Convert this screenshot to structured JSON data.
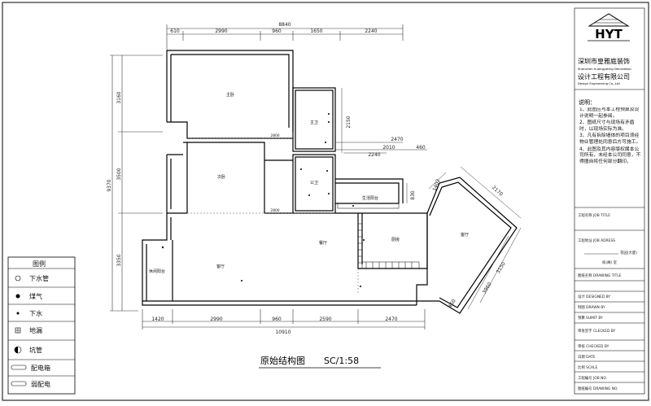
{
  "title": {
    "text": "原始结构图",
    "scale": "SC/1:58"
  },
  "dims": {
    "top_total": "8840",
    "top": [
      "610",
      "2990",
      "960",
      "1650",
      "2240"
    ],
    "left_total": "9370",
    "left": [
      "3160",
      "3500",
      "3350"
    ],
    "bottom_total": "10910",
    "bottom": [
      "1420",
      "2990",
      "960",
      "2590",
      "2470"
    ],
    "mid_2150": "2150",
    "mid_2470": "2470",
    "mid_2010": "2010",
    "mid_460": "460",
    "mid_2240": "2240",
    "mid_830": "830",
    "diag_1402": "1402",
    "diag_2170": "2170",
    "diag_3150": "3150",
    "diag_3960": "3960",
    "diag_460": "460",
    "lintel": "2800",
    "lintel2": "2800"
  },
  "rooms": {
    "master": "主卧",
    "bath": "主卫",
    "second": "次卧",
    "wc": "公卫",
    "kitchen_balcony": "生活阳台",
    "dining": "餐厅",
    "kitchen": "厨房",
    "guest": "客厅",
    "leisure": "休闲阳台",
    "living": "客厅"
  },
  "title_block": {
    "logo": "HYT",
    "company_cn_1": "深圳市皇雅庭装饰",
    "company_en_1": "Shenzhen huangyating Decoration",
    "company_cn_2": "设计工程有限公司",
    "company_en_2": "Design Engineering Co.,Ltd",
    "notes_title": "说明：",
    "notes": [
      "1、此图应与本工程预算及设计说明一起参阅。",
      "2、图纸尺寸与现场有矛盾时，以现场实际为准。",
      "3、凡有拆除墙体的项目须经物业管理处同意后方可施工。",
      "4、此图及其内容版权属本公司所有，未经本公司同意，不得擅自将任何部分翻印。"
    ],
    "project_name": "工程名称 JOB TITLE",
    "project_addr": "工程地址 JOB ADRESS",
    "addr_value": "花园(大厦)",
    "addr_value2": "栋(阁)    室",
    "drawing_name": "图纸名称 DRAWING TITLE",
    "rows": [
      "设计 DESIGNED BY",
      "制图 DRAWN BY",
      "预算 SUMIT BY",
      "审查签字 CLECKED BY"
    ],
    "rows2": [
      "审核 CHECKED BY",
      "日期 DATE",
      "比例 SCALE",
      "工程编号 JOB NO.",
      "图纸编号 DRAWING NO."
    ]
  },
  "legend": {
    "title": "图例",
    "items": [
      "下水管",
      "煤气",
      "下水",
      "地漏",
      "坑管",
      "配电箱",
      "弱配电"
    ]
  }
}
